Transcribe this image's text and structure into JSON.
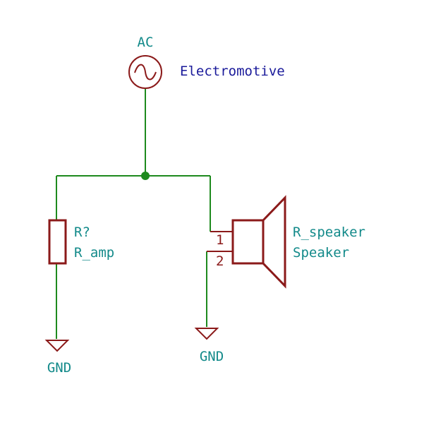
{
  "source": {
    "reference": "AC",
    "value": "Electromotive"
  },
  "resistor": {
    "reference": "R?",
    "value": "R_amp"
  },
  "speaker": {
    "reference": "R_speaker",
    "value": "Speaker",
    "pins": [
      "1",
      "2"
    ]
  },
  "ground_labels": [
    "GND",
    "GND"
  ],
  "colors": {
    "wire": "#1e8a1e",
    "symbol": "#8b1a1a",
    "label": "#138a8a",
    "value_blue": "#1a1a9a"
  }
}
